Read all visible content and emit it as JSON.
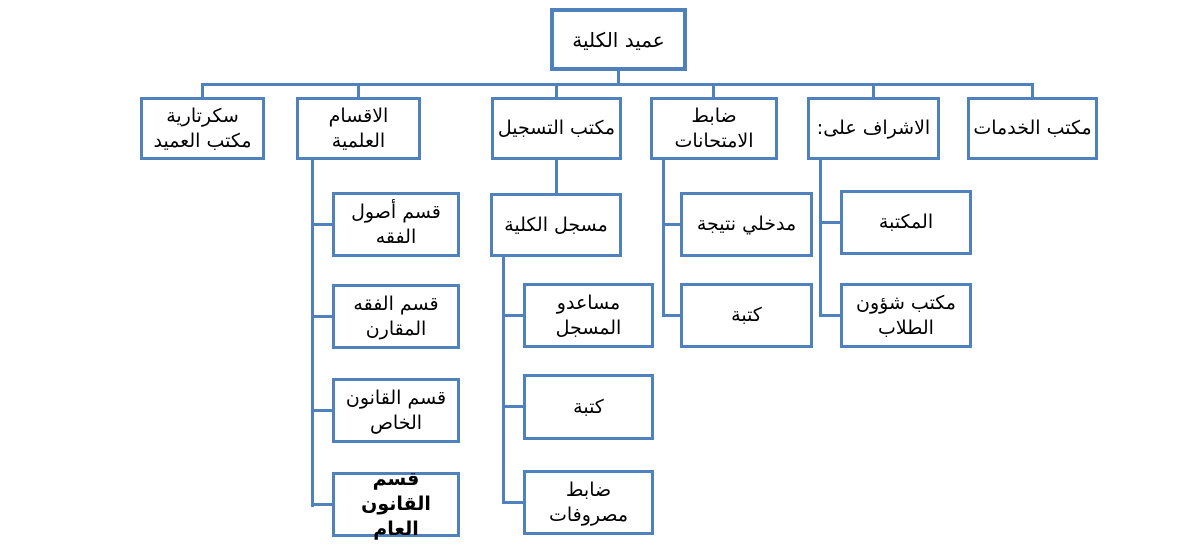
{
  "diagram": {
    "type": "org-chart",
    "direction": "rtl",
    "accent_color": "#4f81bd",
    "text_color": "#000000",
    "background_color": "#ffffff",
    "root": {
      "label": "عميد الكلية",
      "children": [
        {
          "label": "سكرتارية مكتب العميد",
          "children": []
        },
        {
          "label": "الاقسام العلمية",
          "children": [
            {
              "label": "قسم أصول الفقه"
            },
            {
              "label": "قسم الفقه المقارن"
            },
            {
              "label": "قسم القانون الخاص"
            },
            {
              "label": "قسم القانون العام",
              "bold": true
            }
          ]
        },
        {
          "label": "مكتب التسجيل",
          "children": [
            {
              "label": "مسجل الكلية",
              "children": [
                {
                  "label": "مساعدو المسجل"
                },
                {
                  "label": "كتبة"
                },
                {
                  "label": "ضابط مصروفات"
                }
              ]
            }
          ]
        },
        {
          "label": "ضابط الامتحانات",
          "children": [
            {
              "label": "مدخلي نتيجة"
            },
            {
              "label": "كتبة"
            }
          ]
        },
        {
          "label": "الاشراف على:",
          "children": [
            {
              "label": "المكتبة"
            },
            {
              "label": "مكتب شؤون الطلاب"
            }
          ]
        },
        {
          "label": "مكتب الخدمات",
          "children": []
        }
      ]
    }
  }
}
